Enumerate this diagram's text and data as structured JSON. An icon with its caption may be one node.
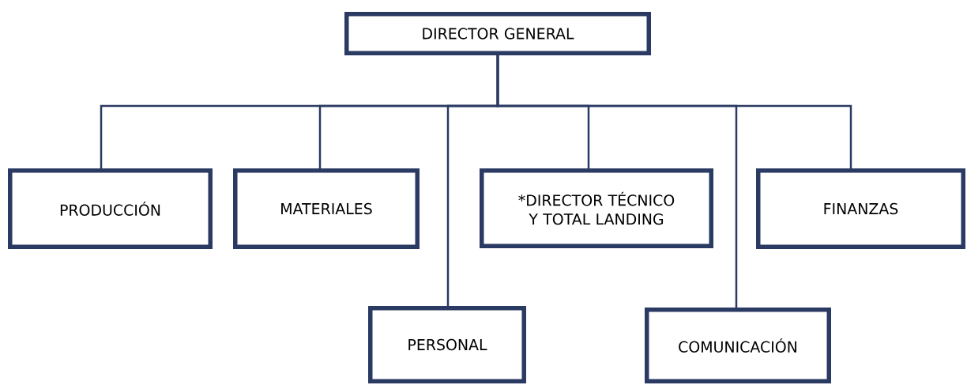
{
  "diagram": {
    "nodes": [
      {
        "text": [
          "DIRECTOR GENERAL"
        ]
      },
      {
        "text": [
          "PRODUCCIÓN"
        ]
      },
      {
        "text": [
          "MATERIALES"
        ]
      },
      {
        "text": [
          "PERSONAL"
        ]
      },
      {
        "text": [
          "*DIRECTOR TÉCNICO Y TOTAL LANDING"
        ]
      },
      {
        "text": [
          "COMUNICACIÓN"
        ]
      },
      {
        "text": [
          "FINANZAS"
        ]
      }
    ],
    "edges": [
      {
        "from": 0,
        "to": 1,
        "arrow": "none"
      },
      {
        "from": 0,
        "to": 2,
        "arrow": "none"
      },
      {
        "from": 0,
        "to": 3,
        "arrow": "none"
      },
      {
        "from": 0,
        "to": 4,
        "arrow": "none"
      },
      {
        "from": 0,
        "to": 5,
        "arrow": "none"
      },
      {
        "from": 0,
        "to": 6,
        "arrow": "none"
      }
    ]
  }
}
